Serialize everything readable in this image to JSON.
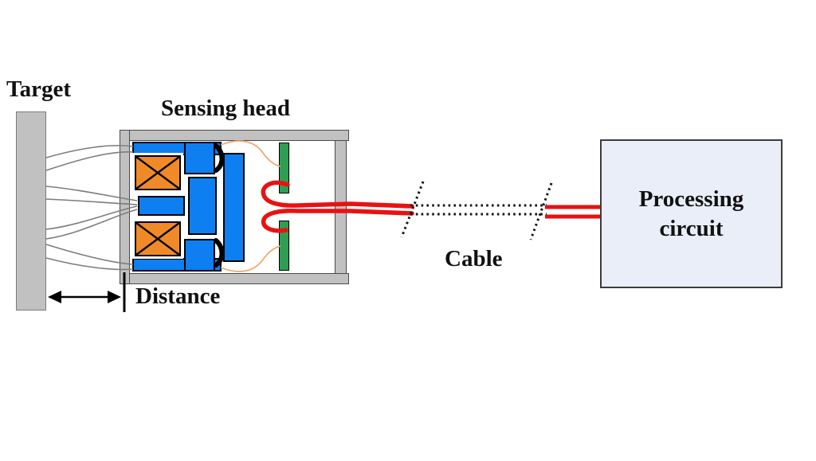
{
  "labels": {
    "target": "Target",
    "sensing_head": "Sensing head",
    "distance": "Distance",
    "cable": "Cable",
    "processing_circuit": "Processing circuit"
  },
  "colors": {
    "core_blue": "#0e7ff0",
    "coil_orange": "#f08a28",
    "pcb_green": "#2f9e52",
    "cable_red": "#e81212",
    "housing_gray": "#c1c1c1",
    "box_fill": "#e9eef8"
  },
  "diagram": {
    "type": "sensor-system-schematic",
    "parts": [
      "target-plate",
      "sensing-head-housing",
      "coil-core-assembly",
      "pcb-strips",
      "twisted-pair-cable",
      "processing-circuit-box"
    ]
  }
}
